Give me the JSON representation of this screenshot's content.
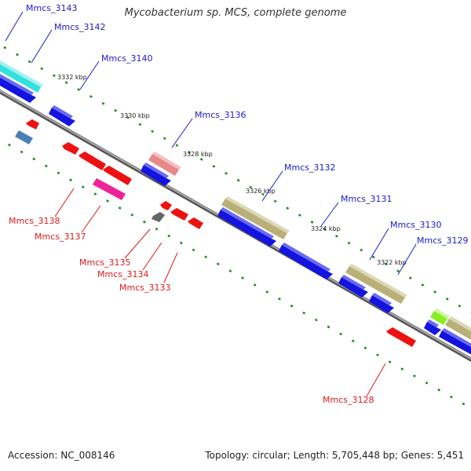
{
  "title": "Mycobacterium sp. MCS, complete genome",
  "footer": {
    "accession": "Accession: NC_008146",
    "summary": "Topology: circular; Length: 5,705,448 bp; Genes: 5,451"
  },
  "colors": {
    "backbone": "#7a7a7a",
    "tick_dot": "#1f8a1f",
    "forward_label": "#1a1acc",
    "reverse_label": "#dd1a1a",
    "cds_forward": "#1414e0",
    "cds_reverse": "#ee1111",
    "rna_cyan": "#33e0e0",
    "khaki": "#b8b078",
    "salmon": "#e88888",
    "magenta": "#ee2299",
    "steelblue": "#4a7fb5",
    "gray_feature": "#666666",
    "lime": "#88ee22"
  },
  "ticks": [
    "3332 kbp",
    "3330 kbp",
    "3328 kbp",
    "3326 kbp",
    "3324 kbp",
    "3322 kbp"
  ],
  "forward_labels": [
    "Mmcs_3143",
    "Mmcs_3142",
    "Mmcs_3140",
    "Mmcs_3136",
    "Mmcs_3132",
    "Mmcs_3131",
    "Mmcs_3130",
    "Mmcs_3129"
  ],
  "reverse_labels": [
    "Mmcs_3138",
    "Mmcs_3137",
    "Mmcs_3135",
    "Mmcs_3134",
    "Mmcs_3133",
    "Mmcs_3128"
  ]
}
